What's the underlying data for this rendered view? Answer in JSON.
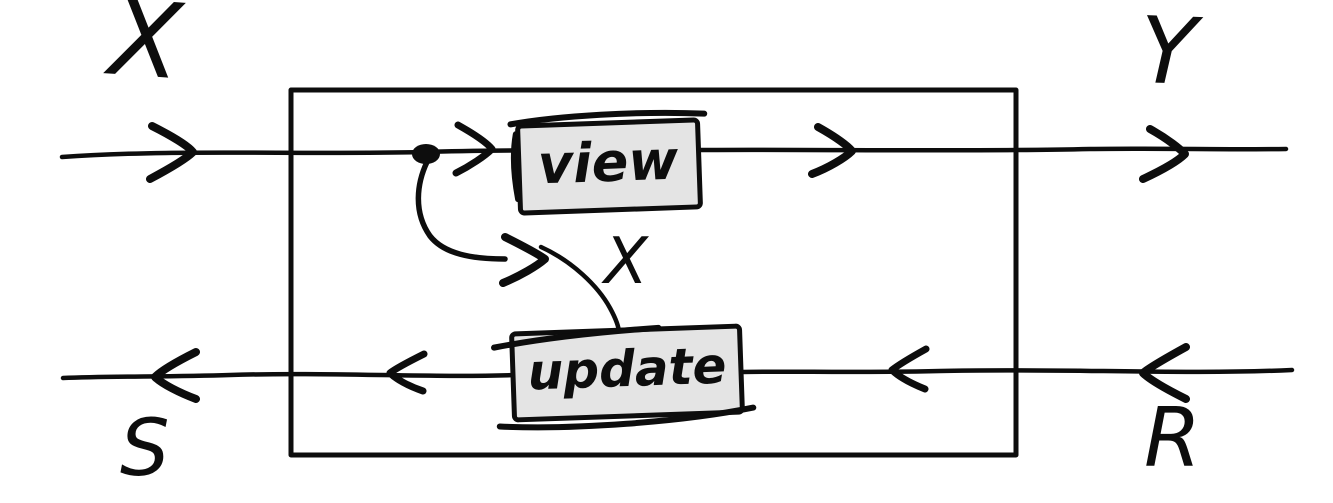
{
  "colors": {
    "ink": "#0d0d0d",
    "node_fill": "#e4e4e4",
    "background": "#ffffff"
  },
  "ports": {
    "top_left": "X",
    "top_right": "Y",
    "bottom_left": "S",
    "bottom_right": "R"
  },
  "nodes": {
    "view": {
      "label": "view"
    },
    "update": {
      "label": "update"
    }
  },
  "wire_labels": {
    "branch": "X"
  }
}
